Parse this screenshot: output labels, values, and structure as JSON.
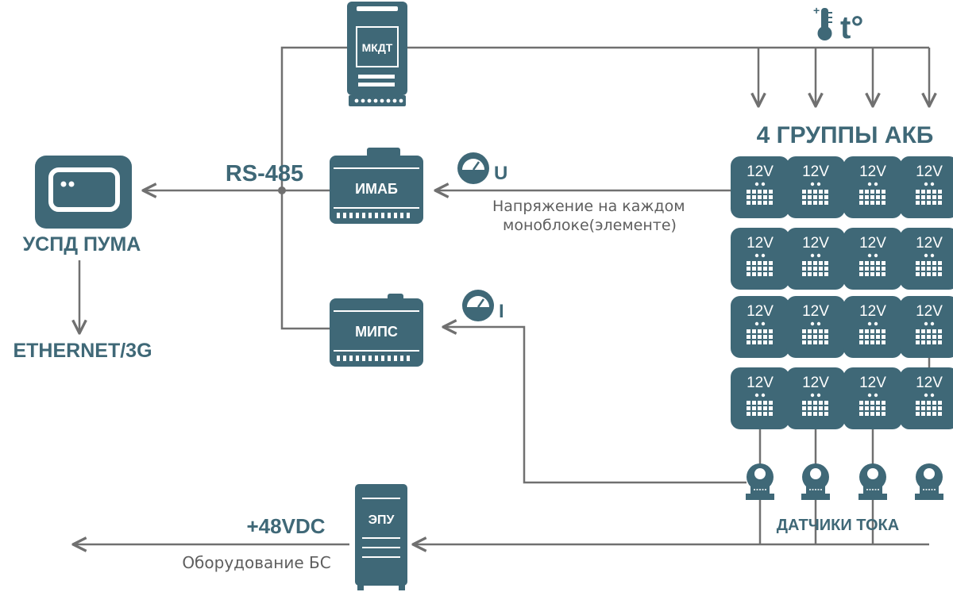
{
  "colors": {
    "accent": "#3f6877",
    "line": "#707070",
    "note": "#5e5e5e",
    "background": "#ffffff"
  },
  "devices": {
    "mkdt": "МКДТ",
    "imab": "ИМАБ",
    "mips": "МИПС",
    "epu": "ЭПУ",
    "uspd": "УСПД ПУМА"
  },
  "labels": {
    "rs485": "RS-485",
    "ethernet": "ETHERNET/3G",
    "battery_groups": "4 ГРУППЫ АКБ",
    "current_sensors": "ДАТЧИКИ ТОКА",
    "power_out": "+48VDC",
    "power_out_note": "Оборудование БС",
    "voltage_symbol": "U",
    "current_symbol": "I",
    "voltage_note_line1": "Напряжение на каждом",
    "voltage_note_line2": "моноблоке(элементе)",
    "temperature": "t°"
  },
  "battery": {
    "label": "12V",
    "groups": 4,
    "per_group": 4
  },
  "icons": [
    "thermometer-icon",
    "gauge-icon",
    "current-sensor-icon",
    "router-icon",
    "battery-icon"
  ]
}
